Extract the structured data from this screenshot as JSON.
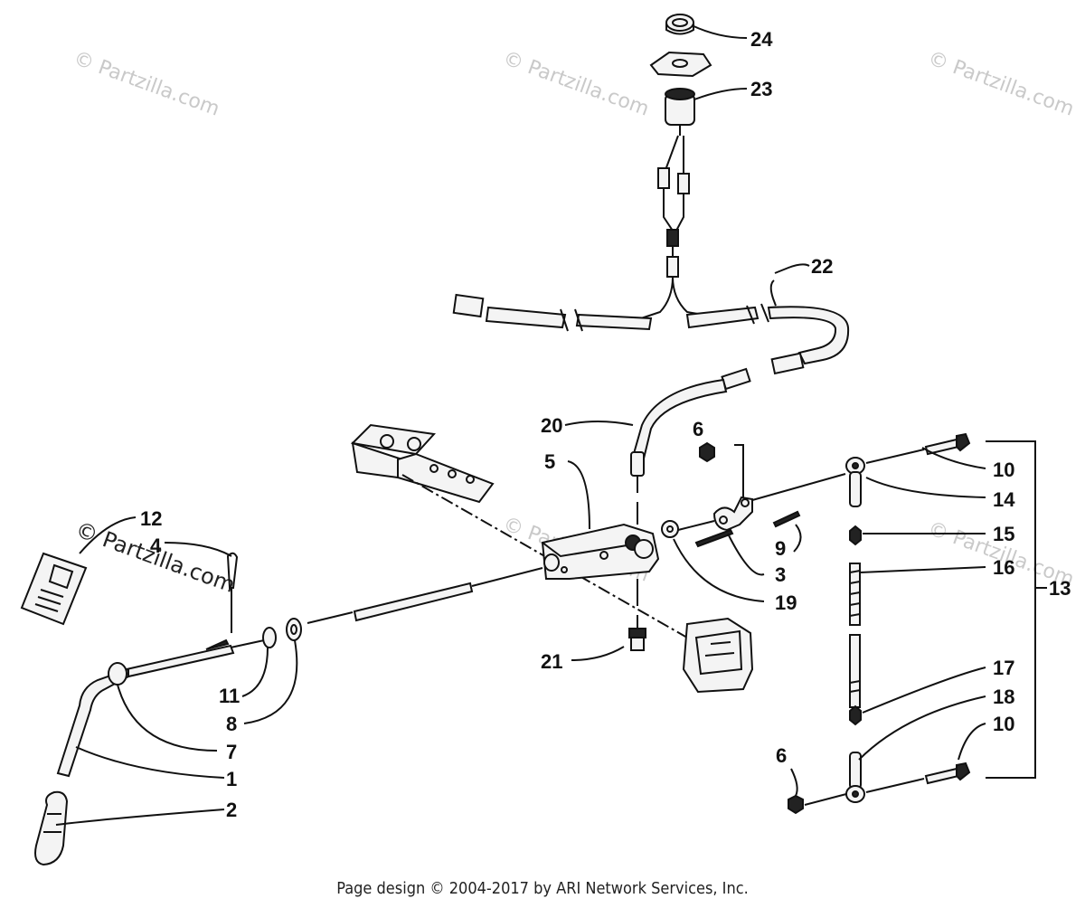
{
  "watermark": "© Partzilla.com",
  "footer": "Page design © 2004-2017 by ARI Network Services, Inc.",
  "callouts": [
    "1",
    "2",
    "3",
    "4",
    "5",
    "6",
    "6",
    "7",
    "8",
    "9",
    "10",
    "10",
    "11",
    "12",
    "13",
    "14",
    "15",
    "16",
    "17",
    "18",
    "19",
    "20",
    "21",
    "22",
    "23",
    "24"
  ]
}
